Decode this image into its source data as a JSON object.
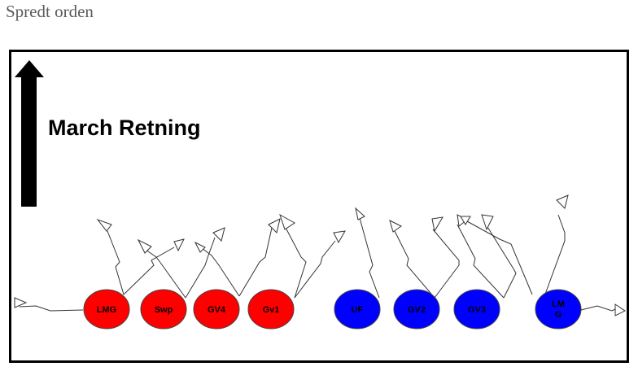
{
  "page": {
    "title": "Spredt orden"
  },
  "diagram": {
    "direction_label": "March Retning",
    "colors": {
      "red": "#ff0000",
      "blue": "#0000ff",
      "arrow": "#000000",
      "stroke": "#444444"
    },
    "units": [
      {
        "label": "LMG",
        "color": "red"
      },
      {
        "label": "Swp",
        "color": "red"
      },
      {
        "label": "GV4",
        "color": "red"
      },
      {
        "label": "Gv1",
        "color": "red"
      },
      {
        "label": "UF",
        "color": "blue"
      },
      {
        "label": "GV2",
        "color": "blue"
      },
      {
        "label": "GV3",
        "color": "blue"
      },
      {
        "label": "LM G",
        "color": "blue"
      }
    ]
  }
}
